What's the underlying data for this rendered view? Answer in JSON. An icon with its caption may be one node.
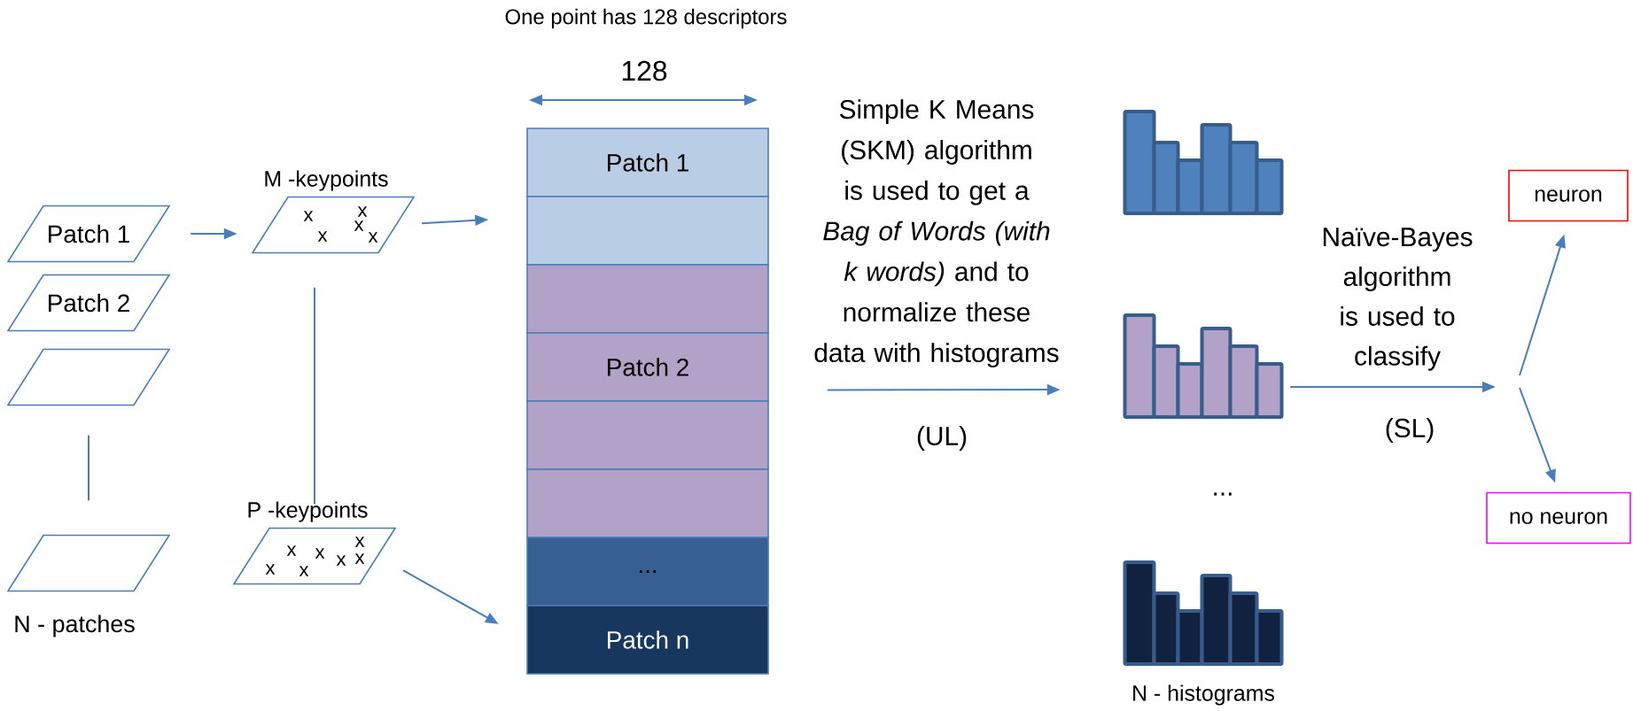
{
  "diagram": {
    "nodes": [
      {
        "text": [
          "Patch 1"
        ]
      },
      {
        "text": [
          "Patch 2"
        ]
      },
      {
        "text": [],
        "shape": "parallelogram"
      },
      {
        "text": [],
        "shape": "parallelogram"
      },
      {
        "text": [
          "M -keypoints",
          "x",
          "x",
          "x",
          "x",
          "x"
        ]
      },
      {
        "text": [
          "P -keypoints",
          "x",
          "x",
          "x",
          "x",
          "x",
          "x",
          "x"
        ]
      },
      {
        "text": [
          "Patch 1"
        ]
      },
      {
        "text": [],
        "shape": "box"
      },
      {
        "text": [],
        "shape": "box"
      },
      {
        "text": [
          "Patch 2"
        ]
      },
      {
        "text": [],
        "shape": "box"
      },
      {
        "text": [],
        "shape": "box"
      },
      {
        "text": [
          "..."
        ]
      },
      {
        "text": [
          "Patch n"
        ]
      },
      {
        "text": [],
        "shape": "picture"
      },
      {
        "text": [],
        "shape": "picture"
      },
      {
        "text": [],
        "shape": "picture",
        "beside": [
          "N - histograms"
        ]
      },
      {
        "text": [
          "neuron"
        ]
      },
      {
        "text": [
          "no neuron"
        ]
      }
    ],
    "edges": [
      {
        "from": 0,
        "to": 4,
        "arrow": "to"
      },
      {
        "from": 2,
        "to": 3,
        "arrow": "none"
      },
      {
        "from": 4,
        "to": 5,
        "arrow": "none"
      },
      {
        "from": 4,
        "to": 7,
        "arrow": "to"
      },
      {
        "from": 5,
        "to": 13,
        "arrow": "to"
      },
      {
        "from": 9,
        "to": 15,
        "arrow": "to",
        "label": "Simple K Means (SKM) algorithm is used to get a *Bag of Words (with k words)* and to normalize these data with histograms"
      },
      {
        "from": 15,
        "to": null,
        "arrow": "to",
        "label": "Naïve-Bayes algorithm is used to classify"
      },
      {
        "from": null,
        "to": 17,
        "arrow": "to"
      },
      {
        "from": null,
        "to": 18,
        "arrow": "to"
      }
    ],
    "labels": [
      "One point has 128 descriptors",
      "128",
      "N - patches",
      "(UL)",
      "...",
      "(SL)"
    ]
  }
}
